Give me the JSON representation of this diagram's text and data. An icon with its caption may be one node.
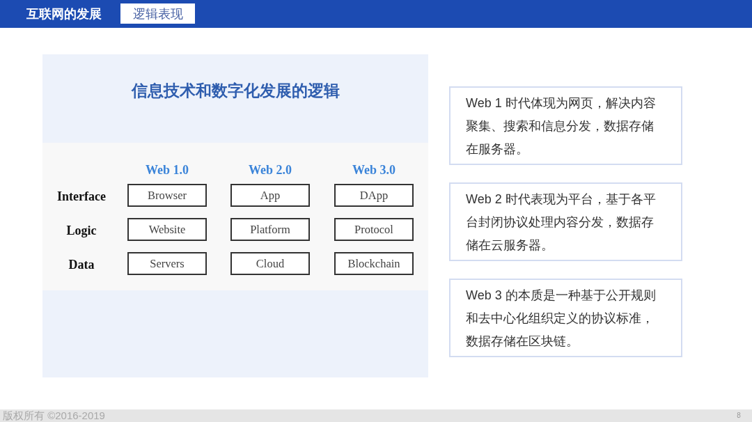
{
  "diagram": {
    "nodes": [
      {
        "text": [
          "互联网的发展"
        ]
      },
      {
        "text": [
          "逻辑表现"
        ],
        "in": 0
      },
      {
        "text": [
          "信息技术和数字化发展的逻辑"
        ]
      },
      {
        "text": [
          "Browser"
        ],
        "in": 2
      },
      {
        "text": [
          "App"
        ],
        "in": 2
      },
      {
        "text": [
          "DApp"
        ],
        "in": 2
      },
      {
        "text": [
          "Website"
        ],
        "in": 2
      },
      {
        "text": [
          "Platform"
        ],
        "in": 2
      },
      {
        "text": [
          "Protocol"
        ],
        "in": 2
      },
      {
        "text": [
          "Servers"
        ],
        "in": 2
      },
      {
        "text": [
          "Cloud"
        ],
        "in": 2
      },
      {
        "text": [
          "Blockchain"
        ],
        "in": 2
      },
      {
        "text": [
          "Web 1 时代体现为网页，解决内容聚集、搜索和信息分发，数据存储在服务器。"
        ]
      },
      {
        "text": [
          "Web 2 时代表现为平台，基于各平台封闭协议处理内容分发，数据存储在云服务器。"
        ]
      },
      {
        "text": [
          "Web 3 的本质是一种基于公开规则和去中心化组织定义的协议标准，数据存储在区块链。"
        ]
      }
    ],
    "labels": [
      "Web 1.0",
      "Web 2.0",
      "Web 3.0",
      "Interface",
      "Logic",
      "Data",
      "版权所有 ©2016-2019",
      "8"
    ]
  }
}
